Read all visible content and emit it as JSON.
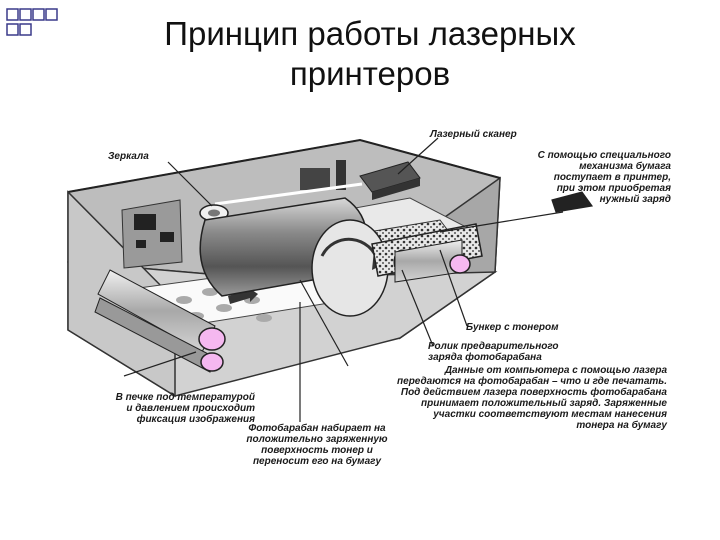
{
  "slide": {
    "title_line1": "Принцип работы лазерных",
    "title_line2": "принтеров"
  },
  "labels": {
    "mirrors": "Зеркала",
    "laser_scanner": "Лазерный сканер",
    "paper_feed": [
      "С помощью специального",
      "механизма бумага",
      "поступает в принтер,",
      "при этом приобретая",
      "нужный заряд"
    ],
    "toner_bin": "Бункер с тонером",
    "precharge_roller": [
      "Ролик предварительного",
      "заряда фотобарабана"
    ],
    "data_transfer": [
      "Данные от компьютера с помощью лазера",
      "передаются на фотобарабан – что и где печатать.",
      "Под действием лазера поверхность фотобарабана",
      "принимает положительный заряд. Заряженные",
      "участки соответствуют местам нанесения",
      "тонера на бумагу"
    ],
    "fuser": [
      "В печке под температурой",
      "и давлением происходит",
      "фиксация изображения"
    ],
    "drum_toner": [
      "Фотобарабан набирает на",
      "положительно заряженную",
      "поверхность тонер и",
      "переносит его на бумагу"
    ]
  },
  "colors": {
    "bullet": "#3a3a8a",
    "roller_pink": "#f5b8f0",
    "case_gray": "#b9b9b9",
    "drum_gray": "#8c8c8c"
  }
}
